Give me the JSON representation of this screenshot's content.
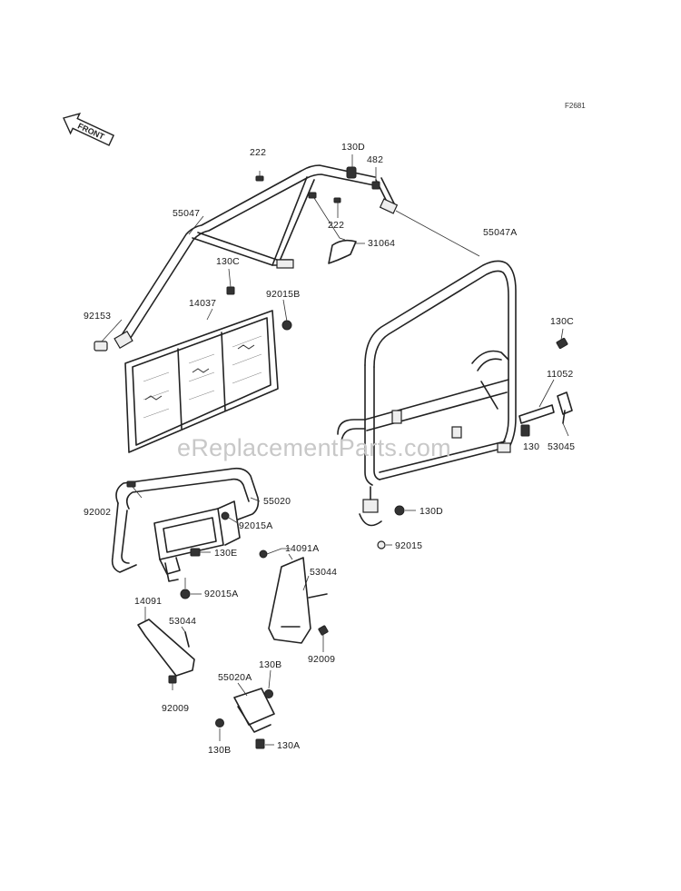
{
  "diagram_id": "F2681",
  "front_label": "FRONT",
  "watermark": "eReplacementParts.com",
  "labels": {
    "p222_top": "222",
    "p130D_top": "130D",
    "p482": "482",
    "p55047": "55047",
    "p222_mid": "222",
    "p31064": "31064",
    "p55047A": "55047A",
    "p130C_left": "130C",
    "p92015B": "92015B",
    "p92153": "92153",
    "p14037": "14037",
    "p130C_right": "130C",
    "p11052": "11052",
    "p130_right": "130",
    "p53045": "53045",
    "p92002": "92002",
    "p55020": "55020",
    "p92015A_mid": "92015A",
    "p130E": "130E",
    "p14091A": "14091A",
    "p130D_mid": "130D",
    "p92015": "92015",
    "p53044_right": "53044",
    "p92015A_low": "92015A",
    "p14091": "14091",
    "p53044_left": "53044",
    "p92009_right": "92009",
    "p130B_upper": "130B",
    "p55020A": "55020A",
    "p92009_left": "92009",
    "p130B_lower": "130B",
    "p130A": "130A"
  }
}
